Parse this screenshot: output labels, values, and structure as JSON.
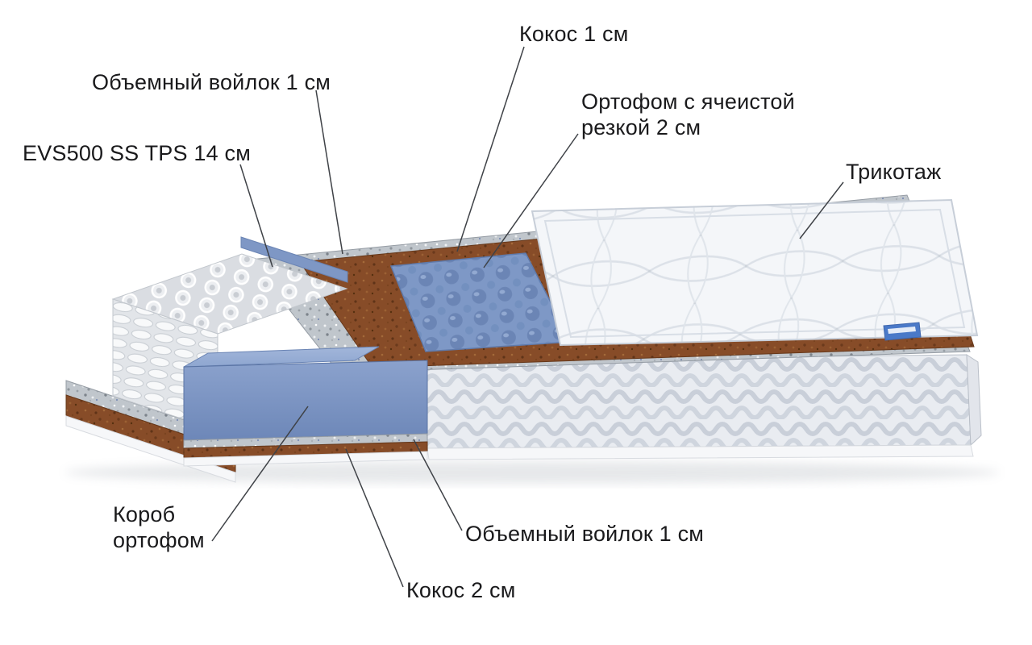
{
  "diagram": {
    "type": "mattress-layers-cutaway",
    "labels": {
      "coconut_top": "Кокос 1 см",
      "felt_top": "Объемный войлок 1 см",
      "springs": "EVS500 SS TPS 14 см",
      "orthofoam_line1": "Ортофом с ячеистой",
      "orthofoam_line2": "резкой 2 см",
      "knit": "Трикотаж",
      "box_line1": "Короб",
      "box_line2": "ортофом",
      "felt_bottom": "Объемный войлок 1 см",
      "coconut_bottom": "Кокос 2 см"
    },
    "colors": {
      "background": "#ffffff",
      "label_text": "#1a1a1c",
      "leader_line": "#3f4247",
      "coconut": "#874c28",
      "felt": "#bfc5cb",
      "foam_blue": "#7e98c6",
      "box_blue": "#849cc9",
      "quilt_white": "#f4f6f9",
      "side_fabric": "#e8ebf0",
      "spring_white": "#f7f8f9",
      "tag_blue": "#4a79c8"
    }
  }
}
